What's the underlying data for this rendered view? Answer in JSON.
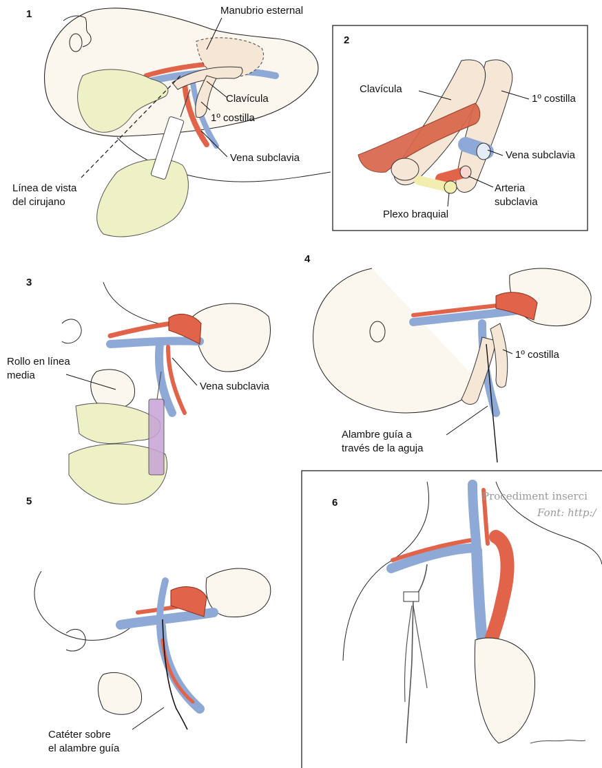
{
  "panels": {
    "p1": {
      "number": "1",
      "manubrio": "Manubrio esternal",
      "clavicula": "Clavícula",
      "costilla": "1º costilla",
      "vena": "Vena subclavia",
      "vista_1": "Línea de vista",
      "vista_2": "del cirujano"
    },
    "p2": {
      "number": "2",
      "clavicula": "Clavícula",
      "costilla": "1º costilla",
      "vena": "Vena subclavia",
      "arteria_1": "Arteria",
      "arteria_2": "subclavia",
      "plexo": "Plexo braquial"
    },
    "p3": {
      "number": "3",
      "rollo_1": "Rollo en línea",
      "rollo_2": "media",
      "vena": "Vena subclavia"
    },
    "p4": {
      "number": "4",
      "costilla": "1º costilla",
      "alambre_1": "Alambre guía a",
      "alambre_2": "través de la aguja"
    },
    "p5": {
      "number": "5",
      "cateter_1": "Catéter sobre",
      "cateter_2": "el alambre guía"
    },
    "p6": {
      "number": "6",
      "watermark_1": "Procediment inserci",
      "watermark_2": "Font: http:/"
    }
  },
  "colors": {
    "vein": "#8fa9d6",
    "artery": "#e0634a",
    "skin": "#fbf5e8",
    "glove": "#eef0c6",
    "bone": "#f6e6d6",
    "plexus": "#f2eeb0",
    "syringe_fill": "#c7a3d6"
  }
}
